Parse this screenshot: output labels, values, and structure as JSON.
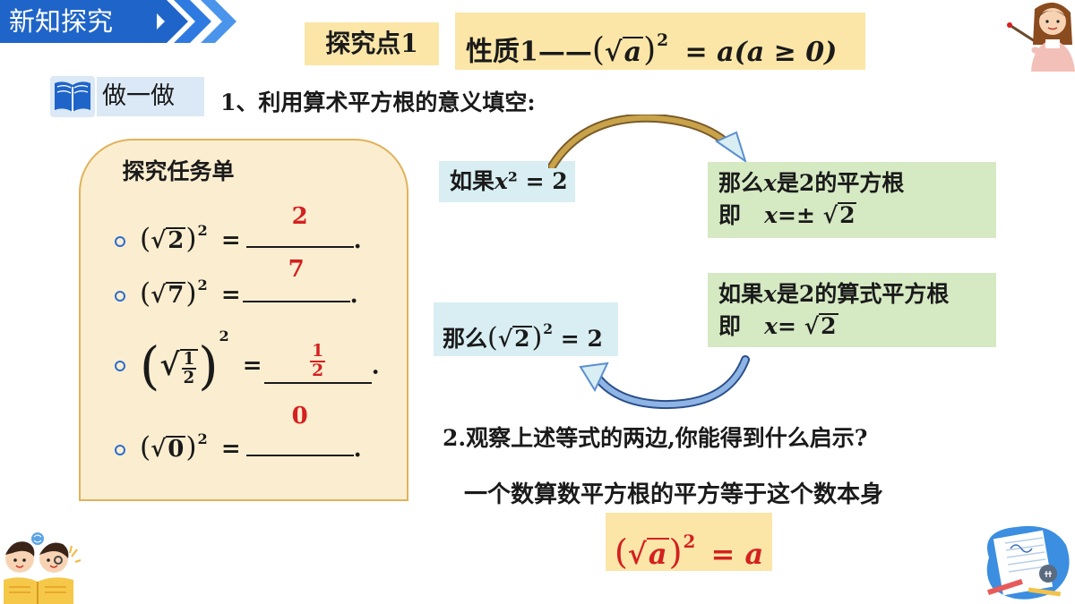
{
  "header": {
    "title": "新知探究"
  },
  "section": {
    "label": "探究点1"
  },
  "property": {
    "prefix": "性质1——",
    "radicand": "a",
    "exp": "2",
    "rhs": "= a(a ≥ 0)"
  },
  "doit": {
    "label": "做一做"
  },
  "q1": {
    "text": "1、利用算术平方根的意义填空:"
  },
  "task": {
    "title": "探究任务单",
    "rows": [
      {
        "radicand": "2",
        "exp": "2",
        "eq": "=",
        "answer": "2"
      },
      {
        "radicand": "7",
        "exp": "2",
        "eq": "=",
        "answer": "7"
      },
      {
        "radicand_num": "1",
        "radicand_den": "2",
        "exp": "2",
        "eq": "=",
        "answer_num": "1",
        "answer_den": "2"
      },
      {
        "radicand": "0",
        "exp": "2",
        "eq": "=",
        "answer": "0"
      }
    ],
    "period": "."
  },
  "flow": {
    "if_square": {
      "prefix": "如果",
      "var": "x",
      "rest": "² = 2"
    },
    "then_square_root": {
      "line1_a": "那么",
      "var": "x",
      "line1_b": "是2的平方根",
      "line2_a": "即   ",
      "line2_b": "=± ",
      "radicand": "2"
    },
    "if_arith_root": {
      "line1_a": "如果",
      "var": "x",
      "line1_b": "是2的算式平方根",
      "line2_a": "即   ",
      "line2_b": "= ",
      "radicand": "2"
    },
    "then_result": {
      "prefix": "那么",
      "radicand": "2",
      "exp": "2",
      "rhs": " = 2"
    }
  },
  "q2": {
    "text": "2.观察上述等式的两边,你能得到什么启示?"
  },
  "conclusion": {
    "text": "一个数算数平方根的平方等于这个数本身"
  },
  "formula": {
    "radicand": "a",
    "exp": "2",
    "rhs": "= a"
  },
  "colors": {
    "header_blue": "#1f64c8",
    "highlight_yellow": "#fbe6a8",
    "card_beige": "#fbeed0",
    "answer_red": "#d42020",
    "box_cyan": "#d8eef3",
    "box_green": "#d5e9c3"
  },
  "icons": [
    "book-icon",
    "teacher-illustration",
    "kids-reading-illustration",
    "notebook-illustration",
    "curved-arrow-icon"
  ]
}
